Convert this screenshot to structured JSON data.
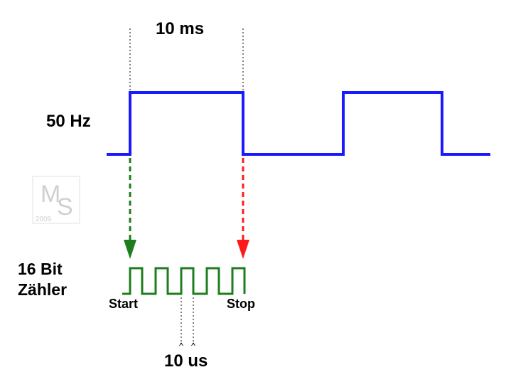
{
  "labels": {
    "period": "10 ms",
    "frequency": "50 Hz",
    "counter_line1": "16 Bit",
    "counter_line2": "Zähler",
    "start": "Start",
    "stop": "Stop",
    "tick": "10 us"
  },
  "watermark": {
    "initials_m": "M",
    "initials_s": "S",
    "year": "2009"
  },
  "colors": {
    "signal": "#1a1aff",
    "counter": "#1e7d1e",
    "start_arrow": "#1e7d1e",
    "stop_arrow": "#ff1a1a",
    "watermark": "#d0d0d0"
  }
}
